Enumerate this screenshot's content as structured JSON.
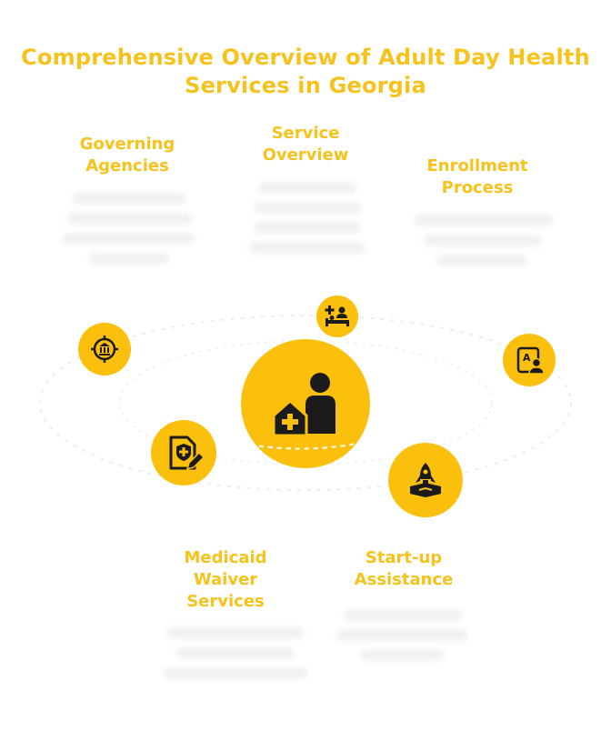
{
  "title": "Comprehensive Overview of Adult Day Health Services in Georgia",
  "colors": {
    "accent": "#F7C21B",
    "node": "#FBBF0E",
    "icon": "#1b1b1b"
  },
  "center": {
    "icon": "adult-day-health-icon"
  },
  "topics": [
    {
      "label": "Governing Agencies",
      "icon": "government-building-icon"
    },
    {
      "label": "Service Overview",
      "icon": "patient-care-icon"
    },
    {
      "label": "Enrollment Process",
      "icon": "user-application-icon"
    },
    {
      "label": "Medicaid Waiver Services",
      "icon": "medical-document-edit-icon"
    },
    {
      "label": "Start-up Assistance",
      "icon": "rocket-launch-icon"
    }
  ]
}
